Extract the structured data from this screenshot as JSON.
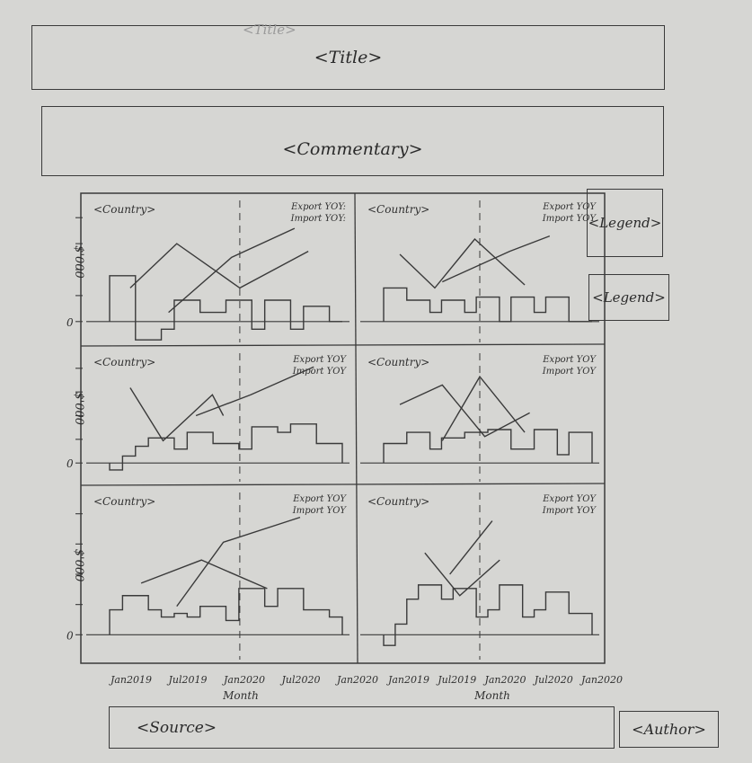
{
  "title": "<Title>",
  "title_ghost": "<Title>",
  "commentary": "<Commentary>",
  "legend_top": "<Legend>",
  "legend_bottom": "<Legend>",
  "source": "<Source>",
  "author": "<Author>",
  "panels": [
    {
      "country": "<Country>",
      "labels": [
        "Export YOY:",
        "Import YOY:"
      ]
    },
    {
      "country": "<Country>",
      "labels": [
        "Export YOY",
        "Import YOY"
      ]
    },
    {
      "country": "<Country>",
      "labels": [
        "Export YOY",
        "Import YOY"
      ]
    },
    {
      "country": "<Country>",
      "labels": [
        "Export YOY",
        "Import YOY"
      ]
    },
    {
      "country": "<Country>",
      "labels": [
        "Export YOY",
        "Import YOY"
      ]
    },
    {
      "country": "<Country>",
      "labels": [
        "Export YOY",
        "Import YOY"
      ]
    }
  ],
  "y_axis": {
    "label": "$'000",
    "zero": "0"
  },
  "x_ticks_left": [
    "Jan2019",
    "Jul2019",
    "Jan2020",
    "Jul2020",
    "Jan2020"
  ],
  "x_ticks_right": [
    "Jan2019",
    "Jul2019",
    "Jan2020",
    "Jul2020",
    "Jan2020"
  ],
  "x_label": "Month"
}
